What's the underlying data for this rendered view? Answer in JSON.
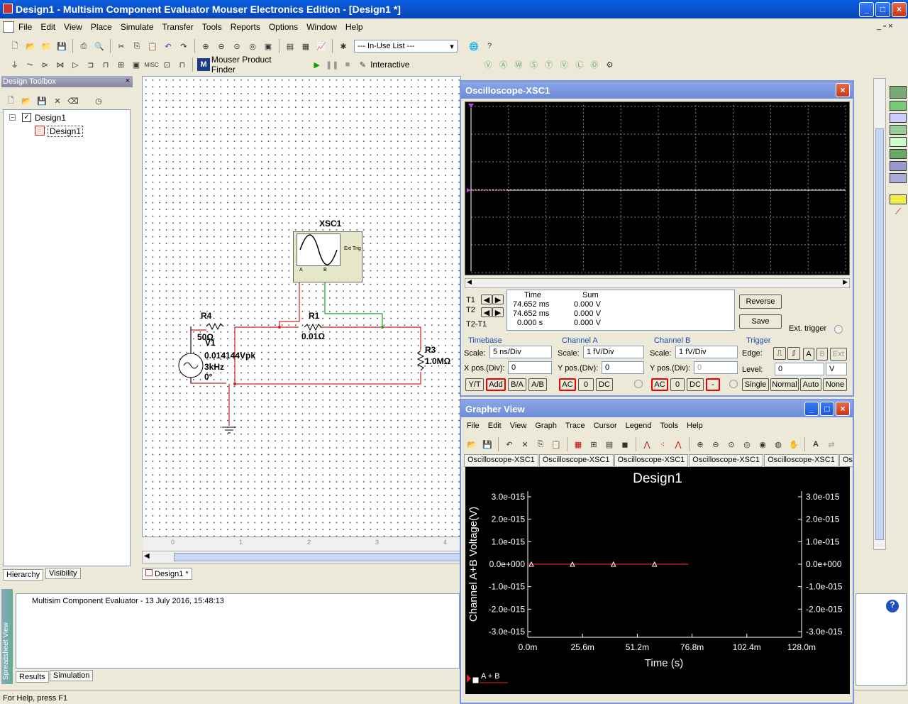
{
  "window": {
    "title": "Design1 - Multisim Component Evaluator Mouser Electronics Edition - [Design1 *]"
  },
  "menu": [
    "File",
    "Edit",
    "View",
    "Place",
    "Simulate",
    "Transfer",
    "Tools",
    "Reports",
    "Options",
    "Window",
    "Help"
  ],
  "toolbar": {
    "inuse_list": "--- In-Use List ---",
    "mouser": "Mouser Product Finder",
    "interactive": "Interactive"
  },
  "toolbox": {
    "title": "Design Toolbox",
    "root": "Design1",
    "child": "Design1",
    "tab_hierarchy": "Hierarchy",
    "tab_visibility": "Visibility"
  },
  "schematic": {
    "xsc1": "XSC1",
    "ext_trig": "Ext Trig",
    "chA": "A",
    "chB": "B",
    "r4_name": "R4",
    "r4_val": "50Ω",
    "r1_name": "R1",
    "r1_val": "0.01Ω",
    "r3_name": "R3",
    "r3_val": "1.0MΩ",
    "v1_name": "V1",
    "v1_amp": "0.014144Vpk",
    "v1_freq": "3kHz",
    "v1_phase": "0°",
    "ruler": [
      "0",
      "1",
      "2",
      "3",
      "4"
    ],
    "doc_tab": "Design1 *"
  },
  "log": {
    "line": "Multisim Component Evaluator  -  13 July 2016, 15:48:13",
    "tab_results": "Results",
    "tab_simulation": "Simulation",
    "side_label": "Spreadsheet View"
  },
  "status": {
    "text": "For Help, press F1"
  },
  "oscilloscope": {
    "title": "Oscilloscope-XSC1",
    "cursors": {
      "t1": "T1",
      "t2": "T2",
      "t21": "T2-T1",
      "hdr_time": "Time",
      "hdr_sum": "Sum",
      "t1_time": "74.652 ms",
      "t1_sum": "0.000 V",
      "t2_time": "74.652 ms",
      "t2_sum": "0.000 V",
      "d_time": "0.000 s",
      "d_sum": "0.000 V"
    },
    "reverse": "Reverse",
    "save": "Save",
    "ext_trigger": "Ext. trigger",
    "timebase": {
      "label": "Timebase",
      "scale_lbl": "Scale:",
      "scale": "5 ns/Div",
      "xpos_lbl": "X pos.(Div):",
      "xpos": "0",
      "yt": "Y/T",
      "add": "Add",
      "ba": "B/A",
      "ab": "A/B"
    },
    "chA": {
      "label": "Channel A",
      "scale_lbl": "Scale:",
      "scale": "1 fV/Div",
      "ypos_lbl": "Y pos.(Div):",
      "ypos": "0",
      "ac": "AC",
      "zero": "0",
      "dc": "DC"
    },
    "chB": {
      "label": "Channel B",
      "scale_lbl": "Scale:",
      "scale": "1 fV/Div",
      "ypos_lbl": "Y pos.(Div):",
      "ypos": "0",
      "ac": "AC",
      "zero": "0",
      "dc": "DC",
      "minus": "-"
    },
    "trigger": {
      "label": "Trigger",
      "edge_lbl": "Edge:",
      "a": "A",
      "b": "B",
      "ext": "Ext",
      "level_lbl": "Level:",
      "level": "0",
      "unit": "V",
      "single": "Single",
      "normal": "Normal",
      "auto": "Auto",
      "none": "None"
    }
  },
  "grapher": {
    "title": "Grapher View",
    "menu": [
      "File",
      "Edit",
      "View",
      "Graph",
      "Trace",
      "Cursor",
      "Legend",
      "Tools",
      "Help"
    ],
    "tabs": [
      "Oscilloscope-XSC1",
      "Oscilloscope-XSC1",
      "Oscilloscope-XSC1",
      "Oscilloscope-XSC1",
      "Oscilloscope-XSC1",
      "Os"
    ],
    "legend": "A + B"
  },
  "chart_data": {
    "type": "line",
    "title": "Design1",
    "xlabel": "Time (s)",
    "ylabel": "Channel A+B Voltage(V)",
    "x_ticks": [
      "0.0m",
      "25.6m",
      "51.2m",
      "76.8m",
      "102.4m",
      "128.0m"
    ],
    "y_ticks": [
      "3.0e-015",
      "2.0e-015",
      "1.0e-015",
      "0.0e+000",
      "-1.0e-015",
      "-2.0e-015",
      "-3.0e-015"
    ],
    "xlim": [
      0,
      0.128
    ],
    "ylim": [
      -3e-15,
      3e-15
    ],
    "series": [
      {
        "name": "A + B",
        "x": [
          0,
          0.075
        ],
        "y": [
          0,
          0
        ],
        "marker_x": [
          0,
          0.0192,
          0.0384,
          0.0576
        ],
        "color": "#e02020"
      }
    ],
    "background": "#000000",
    "grid": false
  }
}
